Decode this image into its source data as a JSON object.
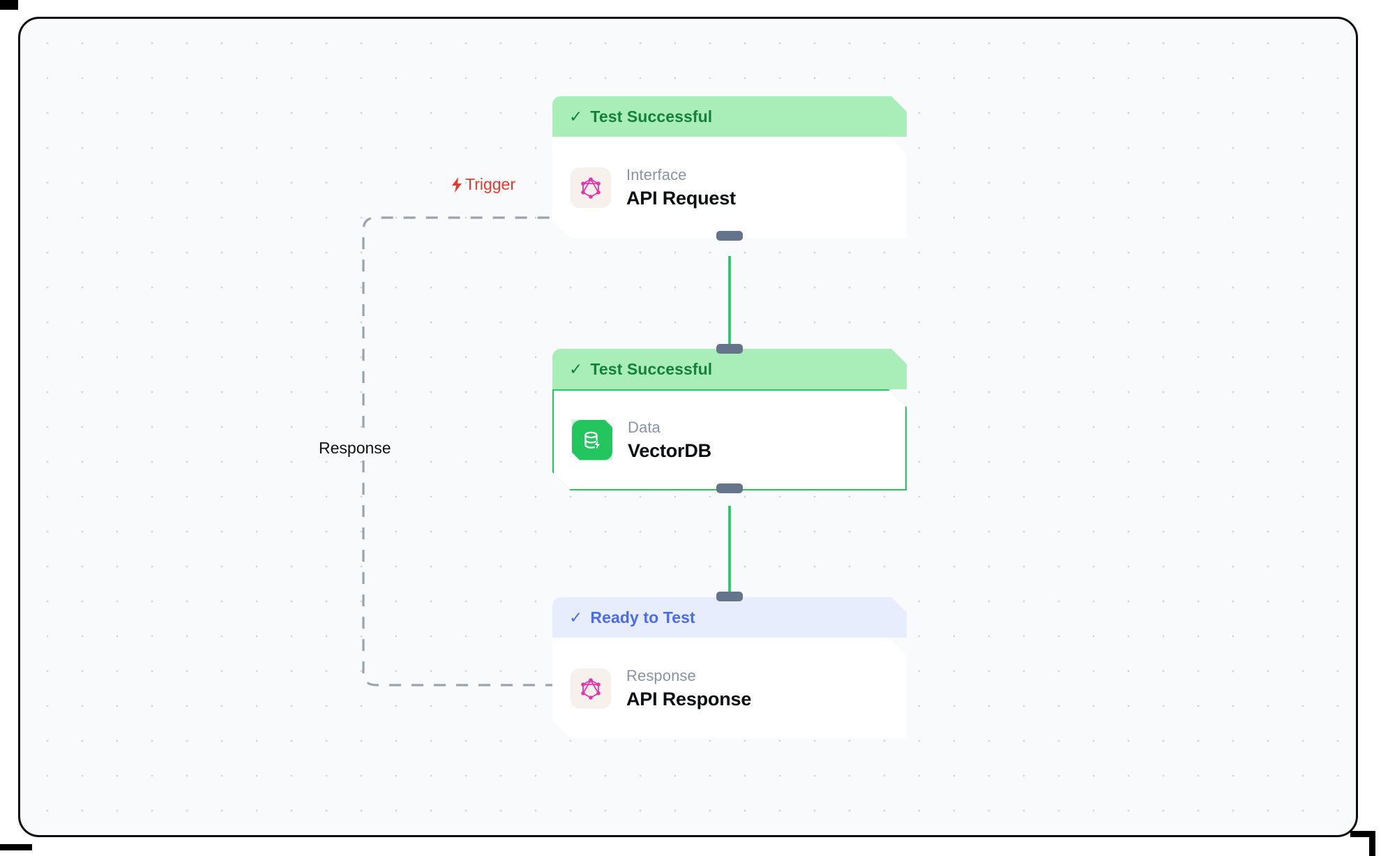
{
  "canvas": {
    "background_color": "#f8fafc",
    "grid": "dot-grid",
    "frame_color": "#0b0b0d"
  },
  "nodes": [
    {
      "id": "api-request",
      "status_label": "Test Successful",
      "status_state": "success",
      "status_icon": "check-icon",
      "status_bg": "#a9eeb9",
      "status_fg": "#13803b",
      "kind": "Interface",
      "title": "API Request",
      "icon": "graphql-icon",
      "icon_color": "#e535ab",
      "highlighted": false
    },
    {
      "id": "vectordb",
      "status_label": "Test Successful",
      "status_state": "success",
      "status_icon": "check-icon",
      "status_bg": "#a9eeb9",
      "status_fg": "#13803b",
      "kind": "Data",
      "title": "VectorDB",
      "icon": "database-bolt-icon",
      "icon_color": "#22c55e",
      "highlighted": true
    },
    {
      "id": "api-response",
      "status_label": "Ready to Test",
      "status_state": "ready",
      "status_icon": "check-icon",
      "status_bg": "#e8edfd",
      "status_fg": "#4a6cf0",
      "kind": "Response",
      "title": "API Response",
      "icon": "graphql-icon",
      "icon_color": "#e535ab",
      "highlighted": false
    }
  ],
  "edges": [
    {
      "id": "trigger-edge",
      "label": "Trigger",
      "label_icon": "bolt-icon",
      "label_color": "#e8392f",
      "style": "dashed",
      "color": "#9aa3b0",
      "from": "api-response",
      "to": "api-request"
    },
    {
      "id": "response-edge",
      "label": "Response",
      "label_color": "#101114",
      "style": "dashed",
      "color": "#9aa3b0"
    },
    {
      "id": "request-to-vectordb",
      "label": "",
      "style": "solid",
      "color": "#22c55e",
      "from": "api-request",
      "to": "vectordb"
    },
    {
      "id": "vectordb-to-response",
      "label": "",
      "style": "solid",
      "color": "#22c55e",
      "from": "vectordb",
      "to": "api-response"
    }
  ],
  "icons": {
    "check": "✓",
    "bolt": "⚡"
  }
}
